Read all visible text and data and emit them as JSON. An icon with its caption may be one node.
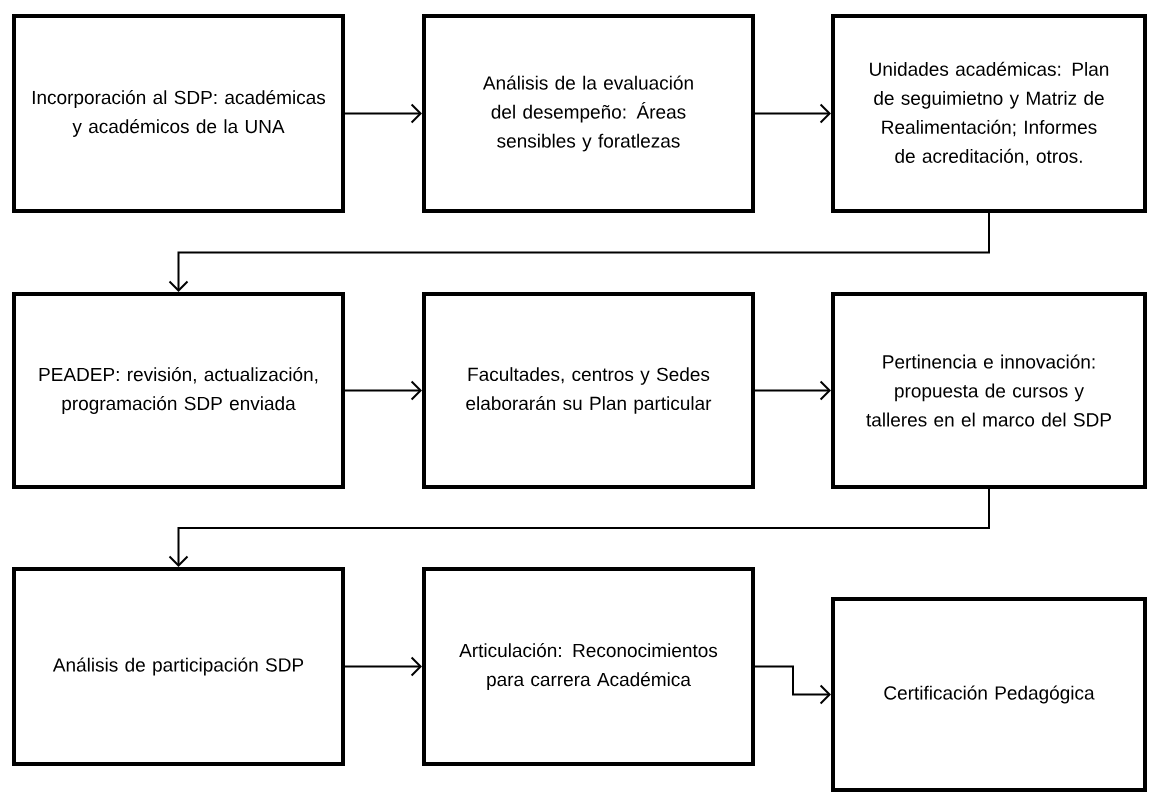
{
  "diagram": {
    "nodes": [
      {
        "text": [
          "Incorporación al  SDP: académicas y académicos de la UNA"
        ]
      },
      {
        "text": [
          "Análisis de la  evaluación del desempeño: Áreas sensibles y foratlezas"
        ]
      },
      {
        "text": [
          "Unidades académicas: Plan de seguimietno y Matriz de Realimentación; Informes de  acreditación, otros."
        ]
      },
      {
        "text": [
          "PEADEP: revisión, actualización, programación SDP  enviada"
        ]
      },
      {
        "text": [
          "Facultades, centros y Sedes elaborarán su Plan particular"
        ]
      },
      {
        "text": [
          "Pertinencia  e innovación: propuesta de cursos y talleres en el marco del SDP"
        ]
      },
      {
        "text": [
          "Análisis de participación SDP"
        ]
      },
      {
        "text": [
          "Articulación: Reconocimientos para carrera Académica"
        ]
      },
      {
        "text": [
          "Certificación Pedagógica"
        ]
      }
    ],
    "edges": [
      {
        "from": 0,
        "to": 1,
        "arrow": "to"
      },
      {
        "from": 1,
        "to": 2,
        "arrow": "to"
      },
      {
        "from": 2,
        "to": 3,
        "arrow": "to"
      },
      {
        "from": 3,
        "to": 4,
        "arrow": "to"
      },
      {
        "from": 4,
        "to": 5,
        "arrow": "to"
      },
      {
        "from": 5,
        "to": 6,
        "arrow": "to"
      },
      {
        "from": 6,
        "to": 7,
        "arrow": "to"
      },
      {
        "from": 7,
        "to": 8,
        "arrow": "to"
      }
    ]
  }
}
